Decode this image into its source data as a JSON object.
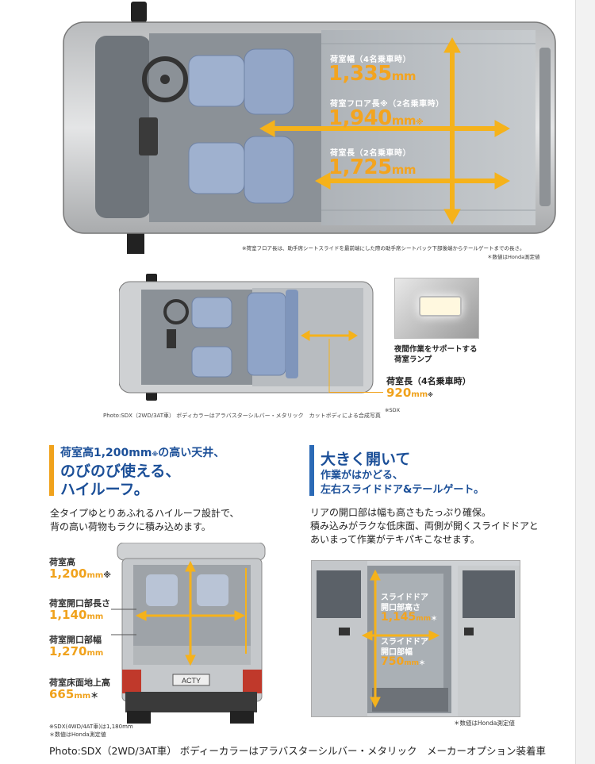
{
  "top_view": {
    "width_label": "荷室幅（4名乗車時）",
    "width_value": "1,335",
    "width_unit": "mm",
    "floor_label": "荷室フロア長※（2名乗車時）",
    "floor_value": "1,940",
    "floor_unit": "mm",
    "floor_mark": "※",
    "length_label": "荷室長（2名乗車時）",
    "length_value": "1,725",
    "length_unit": "mm",
    "note1": "※荷室フロア長は、助手席シートスライドを最前端にした際の助手席シートバック下部後端からテールゲートまでの長さ。",
    "note2": "＊数値はHonda測定値"
  },
  "mid_view": {
    "lamp_caption_1": "夜間作業をサポートする",
    "lamp_caption_2": "荷室ランプ",
    "length4_label": "荷室長（4名乗車時）",
    "length4_value": "920",
    "length4_unit": "mm",
    "length4_mark": "※",
    "sdx_note": "※SDX",
    "photo_caption": "Photo:SDX（2WD/3AT車） ボディカラーはアラバスターシルバー・メタリック　カットボディによる合成写真"
  },
  "left_section": {
    "heading_line1_a": "荷室高1,200mm",
    "heading_line1_mark": "※",
    "heading_line1_b": "の高い天井、",
    "heading_line2": "のびのび使える、",
    "heading_line3": "ハイルーフ。",
    "body_line1": "全タイプゆとりあふれるハイルーフ設計で、",
    "body_line2": "背の高い荷物もラクに積み込めます。",
    "dims": [
      {
        "label": "荷室高",
        "value": "1,200",
        "unit": "mm",
        "mark": "※"
      },
      {
        "label": "荷室開口部長さ",
        "value": "1,140",
        "unit": "mm",
        "mark": ""
      },
      {
        "label": "荷室開口部幅",
        "value": "1,270",
        "unit": "mm",
        "mark": ""
      },
      {
        "label": "荷室床面地上高",
        "value": "665",
        "unit": "mm",
        "mark": "＊"
      }
    ],
    "note1": "※SDX(4WD/4AT車)は1,180mm",
    "note2": "＊数値はHonda測定値",
    "plate": "ACTY"
  },
  "right_section": {
    "heading_line1": "大きく開いて",
    "heading_line2": "作業がはかどる、",
    "heading_line3": "左右スライドドア&テールゲート。",
    "body_line1": "リアの開口部は幅も高さもたっぷり確保。",
    "body_line2": "積み込みがラクな低床面、両側が開くスライドドアと",
    "body_line3": "あいまって作業がテキパキこなせます。",
    "door_height_label1": "スライドドア",
    "door_height_label2": "開口部高さ",
    "door_height_value": "1,145",
    "door_height_unit": "mm",
    "door_height_mark": "＊",
    "door_width_label1": "スライドドア",
    "door_width_label2": "開口部幅",
    "door_width_value": "750",
    "door_width_unit": "mm",
    "door_width_mark": "＊",
    "note": "＊数値はHonda測定値"
  },
  "footer": {
    "caption": "Photo:SDX（2WD/3AT車） ボディーカラーはアラバスターシルバー・メタリック　メーカーオプション装着車"
  }
}
